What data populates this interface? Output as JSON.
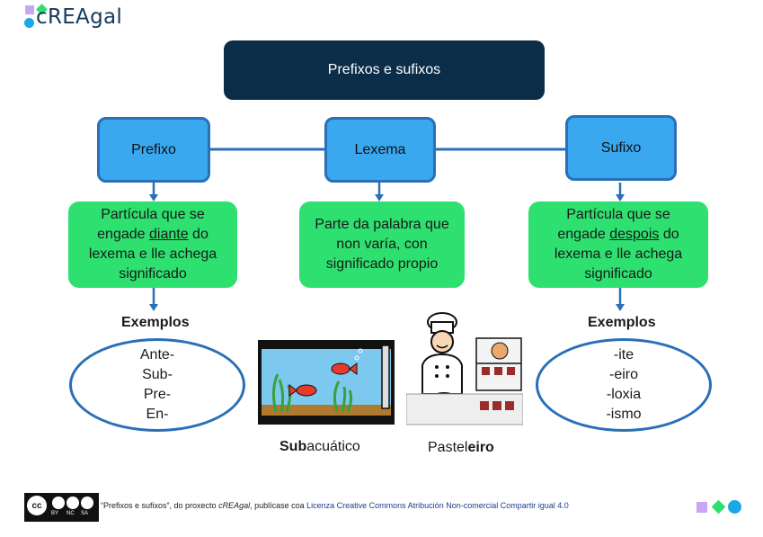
{
  "logo": {
    "text": "cREAgal"
  },
  "title": "Prefixos e sufixos",
  "nodes": {
    "prefixo": {
      "label": "Prefixo"
    },
    "lexema": {
      "label": "Lexema"
    },
    "sufixo": {
      "label": "Sufixo"
    }
  },
  "definitions": {
    "prefixo": {
      "before": "Partícula que se engade ",
      "emph": "diante",
      "after": " do lexema e lle achega significado"
    },
    "lexema": {
      "text": "Parte da palabra que non varía, con significado propio"
    },
    "sufixo": {
      "before": "Partícula que se engade ",
      "emph": "despois",
      "after": " do lexema e lle achega significado"
    }
  },
  "examples": {
    "prefix_title": "Exemplos",
    "prefix_items": [
      "Ante-",
      "Sub-",
      "Pre-",
      "En-"
    ],
    "suffix_title": "Exemplos",
    "suffix_items": [
      "-ite",
      "-eiro",
      "-loxia",
      "-ismo"
    ]
  },
  "images": {
    "aquarium": {
      "bold": "Sub",
      "rest": "acuático"
    },
    "baker": {
      "plain": "Pastel",
      "bold": "eiro"
    }
  },
  "footer": {
    "badge_labels": [
      "BY",
      "NC",
      "SA"
    ],
    "quote": "“Prefixos e sufixos”, do proxecto ",
    "project": "cREAgal",
    "middle": ", publícase coa ",
    "license": "Licenza Creative Commons Atribución Non-comercial Compartir igual 4.0"
  },
  "colors": {
    "title_bg": "#0c2d48",
    "node_blue": "#3aa8ee",
    "node_border": "#2a6fb8",
    "definition_green": "#2ee06f"
  }
}
